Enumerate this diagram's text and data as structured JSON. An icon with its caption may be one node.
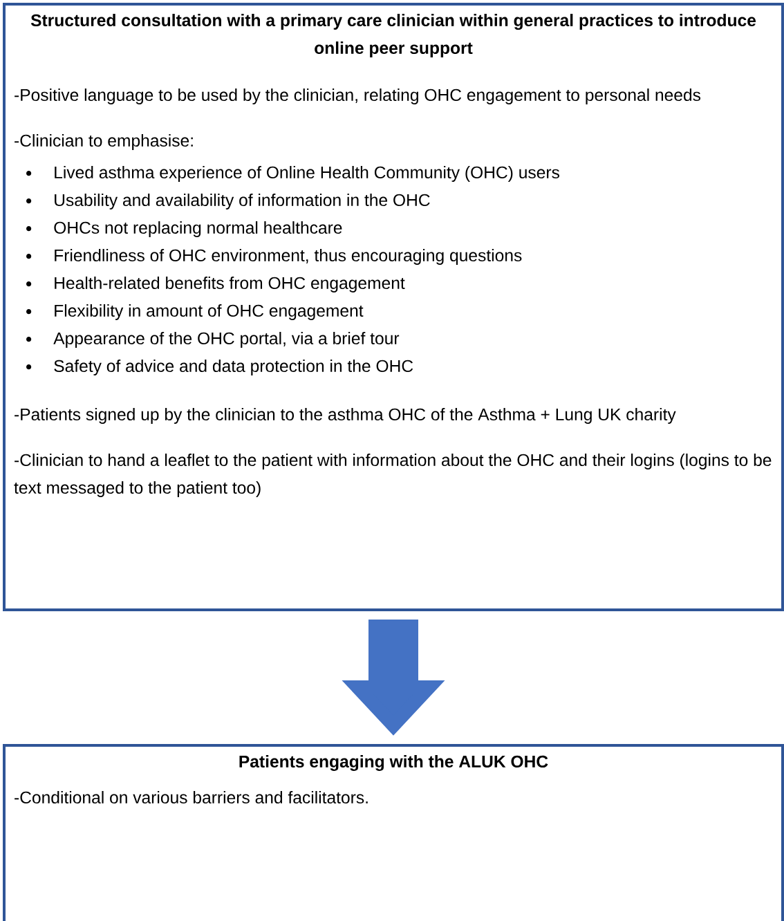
{
  "diagram": {
    "nodes": [
      {
        "text": [
          "Structured consultation with a primary care clinician within general practices to introduce online peer support",
          "-Positive language to be used by the clinician, relating OHC engagement to personal needs",
          "-Clinician to emphasise:",
          "Lived asthma experience of Online Health Community (OHC) users",
          "Usability and availability of information in the OHC",
          "OHCs not replacing normal healthcare",
          "Friendliness of OHC environment, thus encouraging questions",
          "Health-related benefits from OHC engagement",
          "Flexibility in amount of OHC engagement",
          "Appearance of the OHC portal, via a brief tour",
          "Safety of advice and data protection in the OHC",
          "-Patients signed up by the clinician to the asthma OHC of the Asthma + Lung UK charity",
          "-Clinician to hand a leaflet to the patient with information about the OHC and their logins (logins to be text messaged to the patient too)"
        ]
      },
      {
        "text": [
          "Patients engaging with the ALUK OHC",
          "-Conditional on various barriers and facilitators."
        ]
      }
    ],
    "edges": [
      {
        "from": 0,
        "to": 1,
        "arrow": "to"
      }
    ]
  }
}
